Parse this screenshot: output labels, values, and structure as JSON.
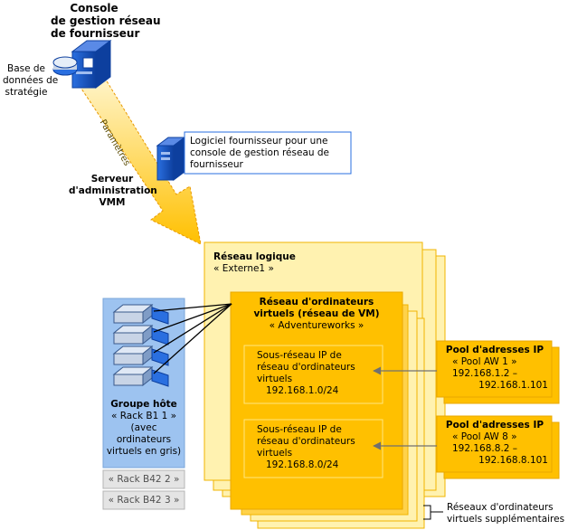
{
  "console": {
    "title_line1": "Console",
    "title_line2": "de gestion réseau",
    "title_line3": "de fournisseur"
  },
  "policy_db": {
    "line1": "Base de",
    "line2": "données de",
    "line3": "stratégie"
  },
  "arrow_label": "Paramètres",
  "provider_software": {
    "line1": "Logiciel fournisseur pour une",
    "line2": "console de gestion réseau de",
    "line3": "fournisseur"
  },
  "vmm_server": {
    "line1": "Serveur",
    "line2": "d'administration",
    "line3": "VMM"
  },
  "logical_network": {
    "title": "Réseau logique",
    "name": "« Externe1 »"
  },
  "vm_network": {
    "title_line1": "Réseau d'ordinateurs",
    "title_line2": "virtuels (réseau de VM)",
    "name": "« Adventureworks »"
  },
  "subnets": [
    {
      "line1": "Sous-réseau IP de",
      "line2": "réseau d'ordinateurs",
      "line3": "virtuels",
      "value": "192.168.1.0/24"
    },
    {
      "line1": "Sous-réseau IP de",
      "line2": "réseau d'ordinateurs",
      "line3": "virtuels",
      "value": "192.168.8.0/24"
    }
  ],
  "ip_pools": [
    {
      "title": "Pool d'adresses IP",
      "name": "« Pool AW 1 »",
      "start": "192.168.1.2 –",
      "end": "192.168.1.101"
    },
    {
      "title": "Pool d'adresses IP",
      "name": "« Pool AW 8 »",
      "start": "192.168.8.2 –",
      "end": "192.168.8.101"
    }
  ],
  "host_group": {
    "title": "Groupe hôte",
    "line1": "« Rack B1 1 »",
    "line2": "(avec",
    "line3": "ordinateurs",
    "line4": "virtuels en gris)",
    "rack2": "« Rack B42 2 »",
    "rack3": "« Rack B42 3 »"
  },
  "additional_networks": {
    "line1": "Réseaux d'ordinateurs",
    "line2": "virtuels supplémentaires"
  },
  "colors": {
    "logical_network_fill": "#fff2b0",
    "vm_network_fill": "#ffc000",
    "host_group_fill": "#9dc3f0",
    "arrow_fill": "#ffc000",
    "server_blue": "#1f5fcf"
  }
}
